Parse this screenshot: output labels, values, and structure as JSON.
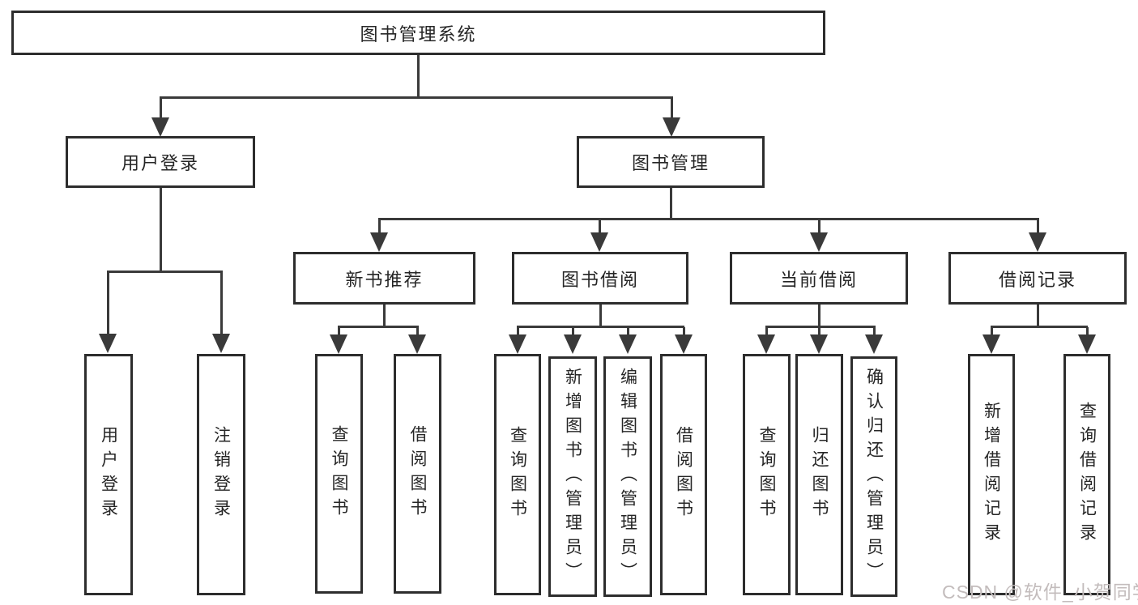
{
  "diagram": {
    "type": "tree-structure-chart",
    "colors": {
      "background": "#ffffff",
      "box_border": "#2d2d2d",
      "line": "#3a3a3a",
      "text": "#262626",
      "watermark": "#c3bcbc"
    }
  },
  "nodes": {
    "root": {
      "label": "图书管理系统"
    },
    "user_login": {
      "label": "用户登录"
    },
    "book_mgmt": {
      "label": "图书管理"
    },
    "new_book_rec": {
      "label": "新书推荐"
    },
    "book_borrow": {
      "label": "图书借阅"
    },
    "current_borrow": {
      "label": "当前借阅"
    },
    "borrow_record": {
      "label": "借阅记录"
    },
    "leaf_user_login": {
      "label": "用户登录"
    },
    "leaf_logout": {
      "label": "注销登录"
    },
    "leaf_query_book_newrec": {
      "label": "查询图书"
    },
    "leaf_borrow_book_newrec": {
      "label": "借阅图书"
    },
    "leaf_query_book_borrow": {
      "label": "查询图书"
    },
    "leaf_add_book": {
      "label": "新增图书（管理员）"
    },
    "leaf_edit_book": {
      "label": "编辑图书（管理员）"
    },
    "leaf_borrow_book_borrow": {
      "label": "借阅图书"
    },
    "leaf_query_book_current": {
      "label": "查询图书"
    },
    "leaf_return_book": {
      "label": "归还图书"
    },
    "leaf_confirm_return": {
      "label": "确认归还（管理员）"
    },
    "leaf_add_borrow_record": {
      "label": "新增借阅记录"
    },
    "leaf_query_borrow_record": {
      "label": "查询借阅记录"
    }
  },
  "hierarchy": [
    {
      "parent": "图书管理系统",
      "children": [
        "用户登录",
        "图书管理"
      ]
    },
    {
      "parent": "用户登录",
      "children": [
        "用户登录",
        "注销登录"
      ]
    },
    {
      "parent": "图书管理",
      "children": [
        "新书推荐",
        "图书借阅",
        "当前借阅",
        "借阅记录"
      ]
    },
    {
      "parent": "新书推荐",
      "children": [
        "查询图书",
        "借阅图书"
      ]
    },
    {
      "parent": "图书借阅",
      "children": [
        "查询图书",
        "新增图书（管理员）",
        "编辑图书（管理员）",
        "借阅图书"
      ]
    },
    {
      "parent": "当前借阅",
      "children": [
        "查询图书",
        "归还图书",
        "确认归还（管理员）"
      ]
    },
    {
      "parent": "借阅记录",
      "children": [
        "新增借阅记录",
        "查询借阅记录"
      ]
    }
  ],
  "watermark": {
    "text": "CSDN @软件_小贺同学"
  }
}
